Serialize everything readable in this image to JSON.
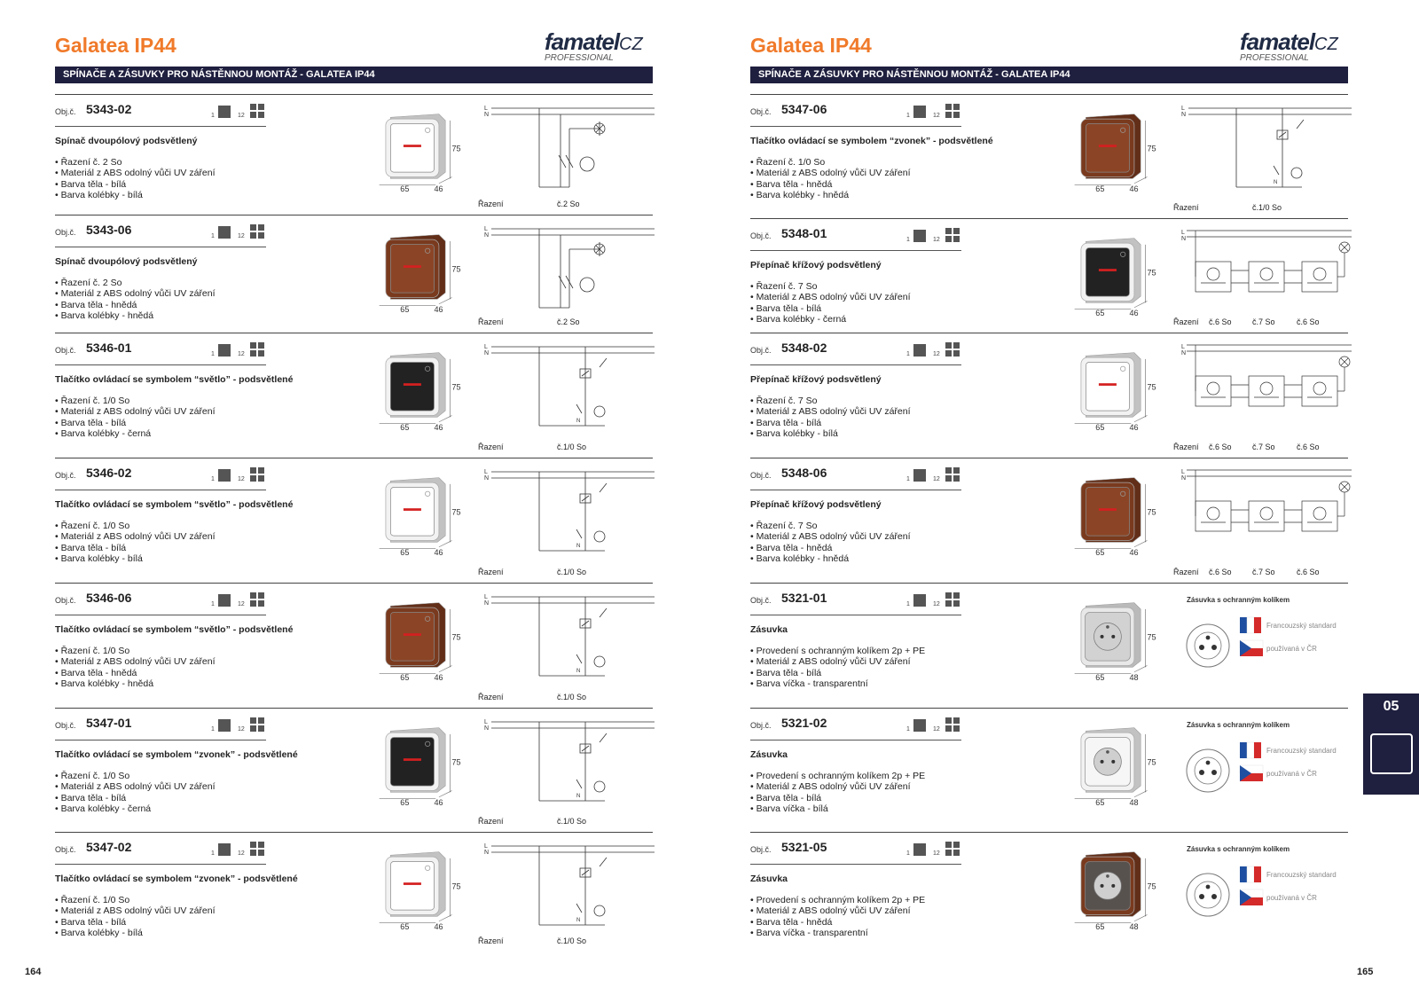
{
  "title": "Galatea IP44",
  "logo": {
    "word": "famatel",
    "cz": "CZ",
    "professional": "PROFESSIONAL"
  },
  "section_bar": "SPÍNAČE A ZÁSUVKY PRO NÁSTĚNNOU MONTÁŽ - GALATEA IP44",
  "page_numbers": {
    "left": "164",
    "right": "165"
  },
  "side_tab": "05",
  "obj_label": "Obj.č.",
  "qty": {
    "one": "1",
    "twelve": "12"
  },
  "dims": {
    "w": "65",
    "h": "75",
    "d": "46",
    "d48": "48"
  },
  "razeni_label": "Řazení",
  "socket_labels": {
    "header": "Zásuvka s ochranným kolíkem",
    "fr": "Francouzský standard",
    "cz": "používaná v ČR"
  },
  "left_items": [
    {
      "code": "5343-02",
      "name": "Spínač dvoupólový podsvětlený",
      "features": [
        "• Řazení č. 2 So",
        "• Materiál z ABS odolný vůči UV záření",
        "• Barva těla - bílá",
        "• Barva kolébky - bílá"
      ],
      "scheme": "č.2 So",
      "body": "#f2f2f2",
      "rocker": "#ffffff",
      "diagram": "2so"
    },
    {
      "code": "5343-06",
      "name": "Spínač dvoupólový podsvětlený",
      "features": [
        "• Řazení č. 2 So",
        "• Materiál z ABS odolný vůči UV záření",
        "• Barva těla - hnědá",
        "• Barva kolébky - hnědá"
      ],
      "scheme": "č.2 So",
      "body": "#7a3a1e",
      "rocker": "#8b4526",
      "diagram": "2so"
    },
    {
      "code": "5346-01",
      "name": "Tlačítko ovládací se symbolem “světlo” - podsvětlené",
      "features": [
        "• Řazení č. 1/0 So",
        "• Materiál z ABS odolný vůči UV záření",
        "• Barva těla - bílá",
        "• Barva kolébky - černá"
      ],
      "scheme": "č.1/0 So",
      "body": "#f2f2f2",
      "rocker": "#222222",
      "diagram": "10so"
    },
    {
      "code": "5346-02",
      "name": "Tlačítko ovládací se symbolem “světlo” - podsvětlené",
      "features": [
        "• Řazení č. 1/0 So",
        "• Materiál z ABS odolný vůči UV záření",
        "• Barva těla - bílá",
        "• Barva kolébky - bílá"
      ],
      "scheme": "č.1/0 So",
      "body": "#f2f2f2",
      "rocker": "#ffffff",
      "diagram": "10so"
    },
    {
      "code": "5346-06",
      "name": "Tlačítko ovládací se symbolem “světlo” - podsvětlené",
      "features": [
        "• Řazení č. 1/0 So",
        "• Materiál z ABS odolný vůči UV záření",
        "• Barva těla - hnědá",
        "• Barva kolébky - hnědá"
      ],
      "scheme": "č.1/0 So",
      "body": "#7a3a1e",
      "rocker": "#8b4526",
      "diagram": "10so"
    },
    {
      "code": "5347-01",
      "name": "Tlačítko ovládací se symbolem “zvonek” - podsvětlené",
      "features": [
        "• Řazení č. 1/0 So",
        "• Materiál z ABS odolný vůči UV záření",
        "• Barva těla - bílá",
        "• Barva kolébky - černá"
      ],
      "scheme": "č.1/0 So",
      "body": "#f2f2f2",
      "rocker": "#222222",
      "diagram": "10so"
    },
    {
      "code": "5347-02",
      "name": "Tlačítko ovládací se symbolem “zvonek” - podsvětlené",
      "features": [
        "• Řazení č. 1/0 So",
        "• Materiál z ABS odolný vůči UV záření",
        "• Barva těla - bílá",
        "• Barva kolébky - bílá"
      ],
      "scheme": "č.1/0 So",
      "body": "#f2f2f2",
      "rocker": "#ffffff",
      "diagram": "10so"
    }
  ],
  "right_items": [
    {
      "code": "5347-06",
      "name": "Tlačítko ovládací se symbolem “zvonek” - podsvětlené",
      "features": [
        "• Řazení č. 1/0 So",
        "• Materiál z ABS odolný vůči UV záření",
        "• Barva těla - hnědá",
        "• Barva kolébky - hnědá"
      ],
      "schemes": [
        "č.1/0 So"
      ],
      "body": "#7a3a1e",
      "rocker": "#8b4526",
      "diagram": "10so",
      "kind": "switch"
    },
    {
      "code": "5348-01",
      "name": "Přepínač křížový podsvětlený",
      "features": [
        "• Řazení č. 7 So",
        "• Materiál z ABS odolný vůči UV záření",
        "• Barva těla - bílá",
        "• Barva kolébky - černá"
      ],
      "schemes": [
        "č.6 So",
        "č.7 So",
        "č.6 So"
      ],
      "body": "#f2f2f2",
      "rocker": "#222222",
      "diagram": "7so",
      "kind": "switch"
    },
    {
      "code": "5348-02",
      "name": "Přepínač křížový podsvětlený",
      "features": [
        "• Řazení č. 7 So",
        "• Materiál z ABS odolný vůči UV záření",
        "• Barva těla - bílá",
        "• Barva kolébky - bílá"
      ],
      "schemes": [
        "č.6 So",
        "č.7 So",
        "č.6 So"
      ],
      "body": "#f2f2f2",
      "rocker": "#ffffff",
      "diagram": "7so",
      "kind": "switch"
    },
    {
      "code": "5348-06",
      "name": "Přepínač křížový podsvětlený",
      "features": [
        "• Řazení č. 7 So",
        "• Materiál z ABS odolný vůči UV záření",
        "• Barva těla - hnědá",
        "• Barva kolébky - hnědá"
      ],
      "schemes": [
        "č.6 So",
        "č.7 So",
        "č.6 So"
      ],
      "body": "#7a3a1e",
      "rocker": "#8b4526",
      "diagram": "7so",
      "kind": "switch"
    },
    {
      "code": "5321-01",
      "name": "Zásuvka",
      "features": [
        "• Provedení s ochranným kolíkem 2p + PE",
        "• Materiál z ABS odolný vůči UV záření",
        "• Barva těla - bílá",
        "• Barva víčka - transparentní"
      ],
      "schemes": [],
      "body": "#e8e8e8",
      "rocker": "#d0d0d0",
      "diagram": "socket",
      "kind": "socket"
    },
    {
      "code": "5321-02",
      "name": "Zásuvka",
      "features": [
        "• Provedení s ochranným kolíkem 2p + PE",
        "• Materiál z ABS odolný vůči UV záření",
        "• Barva těla - bílá",
        "• Barva víčka - bílá"
      ],
      "schemes": [],
      "body": "#f2f2f2",
      "rocker": "#f7f7f7",
      "diagram": "socket",
      "kind": "socket"
    },
    {
      "code": "5321-05",
      "name": "Zásuvka",
      "features": [
        "• Provedení s ochranným kolíkem 2p + PE",
        "• Materiál z ABS odolný vůči UV záření",
        "• Barva těla - hnědá",
        "• Barva víčka - transparentní"
      ],
      "schemes": [],
      "body": "#7a3a1e",
      "rocker": "#555555",
      "diagram": "socket",
      "kind": "socket"
    }
  ]
}
